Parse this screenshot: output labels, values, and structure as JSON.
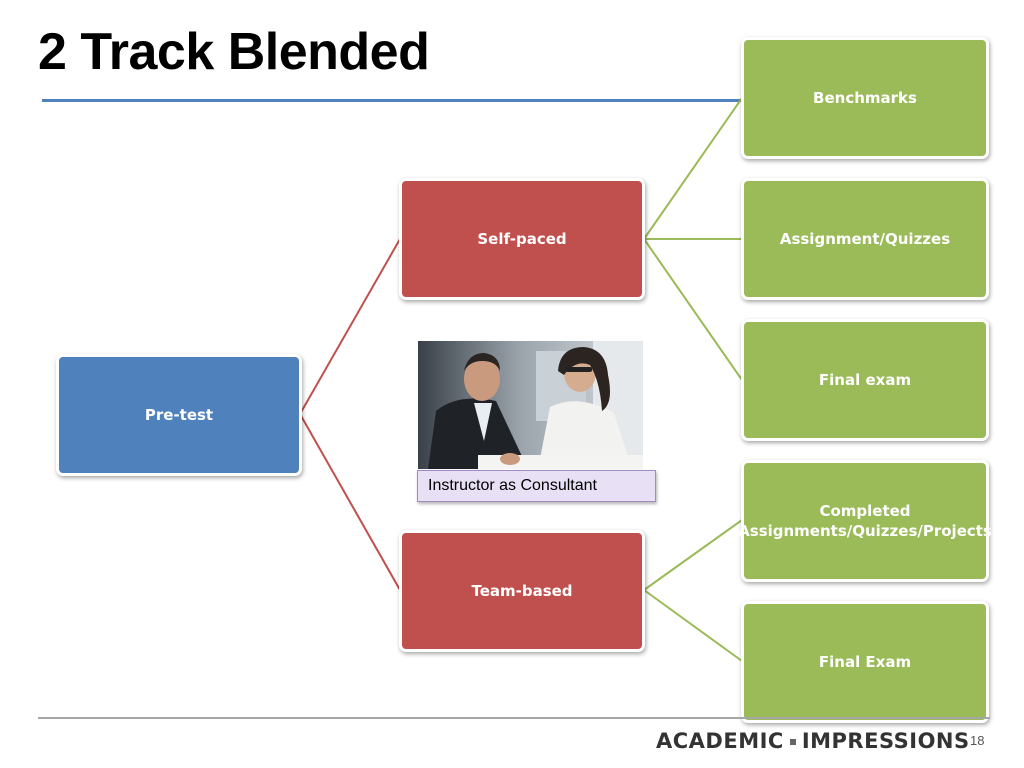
{
  "slide": {
    "title": "2 Track Blended",
    "page_number": "18"
  },
  "diagram": {
    "root": {
      "label": "Pre-test",
      "color": "#4f81bd"
    },
    "tracks": [
      {
        "label": "Self-paced",
        "color": "#c0504d",
        "children": [
          "Benchmarks",
          "Assignment/Quizzes",
          "Final exam"
        ]
      },
      {
        "label": "Team-based",
        "color": "#c0504d",
        "children": [
          "Completed Assignments/Quizzes/Projects",
          "Final Exam"
        ]
      }
    ],
    "child_color": "#9bbb59"
  },
  "photo": {
    "caption": "Instructor as Consultant",
    "icon": "people-photo"
  },
  "footer": {
    "logo_left": "ACADEMIC",
    "logo_right": "IMPRESSIONS"
  }
}
